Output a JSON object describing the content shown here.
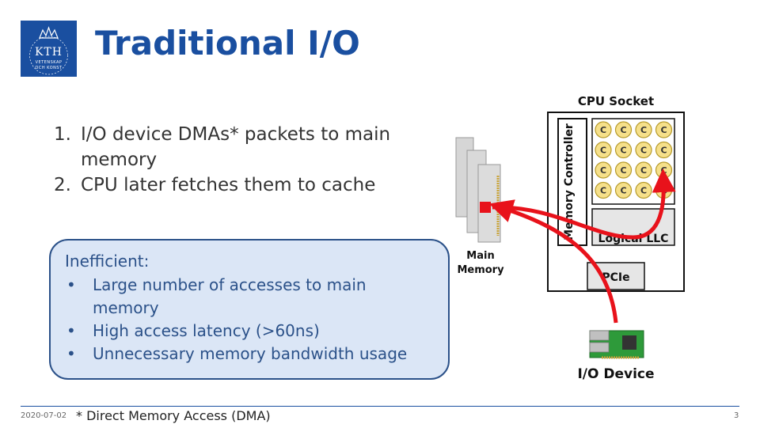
{
  "logo": {
    "text": "KTH",
    "subtext_1": "VETENSKAP",
    "subtext_2": "OCH KONST"
  },
  "title": "Traditional I/O",
  "steps": [
    {
      "num": "1.",
      "text": "I/O device DMAs* packets to main memory"
    },
    {
      "num": "2.",
      "text": "CPU later fetches them to cache"
    }
  ],
  "callout": {
    "heading": "Inefficient:",
    "bullet_glyph": "•",
    "items": [
      "Large number of accesses to main memory",
      "High access latency (>60ns)",
      "Unnecessary memory bandwidth usage"
    ]
  },
  "diagram": {
    "cpu_socket_label": "CPU Socket",
    "memory_controller_label": "Memory Controller",
    "core_label": "C",
    "llc_label": "Logical LLC",
    "pcie_label": "PCIe",
    "main_memory_label_1": "Main",
    "main_memory_label_2": "Memory",
    "io_device_label": "I/O Device",
    "colors": {
      "arrow": "#e8121b",
      "core_fill": "#f6e08a",
      "core_stroke": "#b59a2a",
      "llc_fill": "#e6e6e6"
    }
  },
  "footer": {
    "date": "2020-07-02",
    "footnote": "* Direct Memory Access (DMA)",
    "page": "3"
  }
}
